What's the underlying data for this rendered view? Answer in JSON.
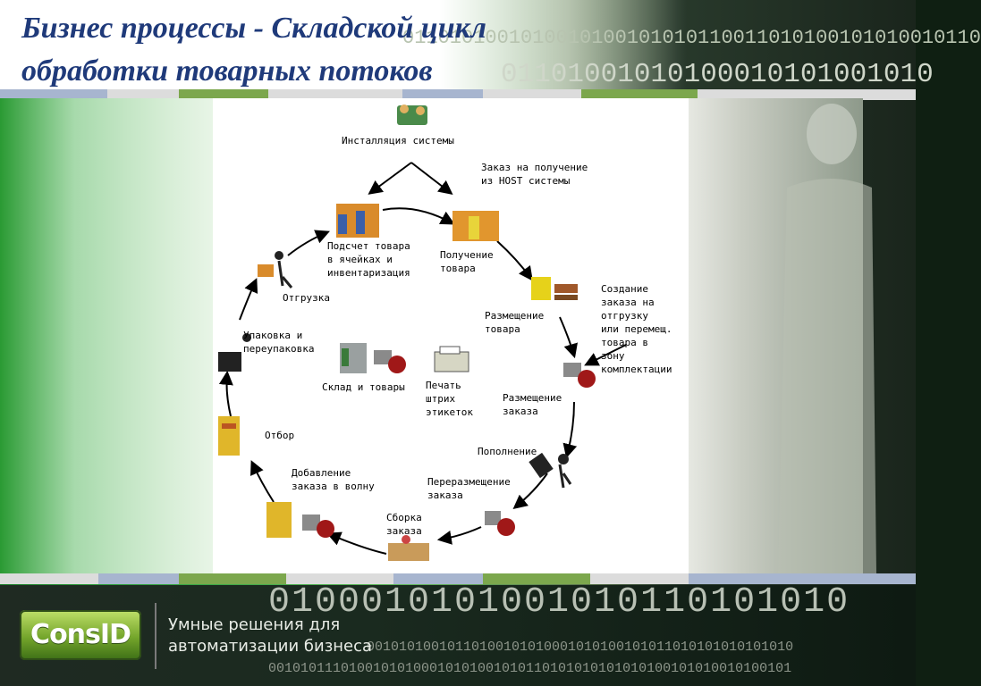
{
  "slide": {
    "title_line1": "Бизнес процессы - Складской цикл",
    "title_line2": "обработки товарных потоков",
    "binary_top1": "0110101001010010100101010110011010100101010010110",
    "binary_top2": "01101001010100010101001010",
    "binary_bottom1": "0100010101001010110101010",
    "binary_bottom2": "00101010010110100101010001010100101011010101010101010",
    "binary_bottom3": "00101011101001010100010101001010110101010101010100101010010100101"
  },
  "diagram": {
    "labels": {
      "install": "Инсталляция системы",
      "order_receive": "Заказ на получение\nиз HOST системы",
      "count": "Подсчет товара\nв ячейках и\nинвентаризация",
      "receive": "Получение\nтовара",
      "create_order": "Создание\nзаказа на\nотгрузку\nили перемещ.\nтовара в\nзону\nкомплектации",
      "putaway1": "Размещение\nтовара",
      "putaway2": "Размещение\nзаказа",
      "shipping": "Отгрузка",
      "packing": "Упаковка и\nпереупаковка",
      "warehouse": "Склад и товары",
      "labels_print": "Печать\nштрих\nэтикеток",
      "replenish": "Пополнение",
      "picking": "Отбор",
      "wave": "Добавление\nзаказа в волну",
      "relocate": "Переразмещение\nзаказа",
      "assembly": "Сборка\nзаказа"
    }
  },
  "footer": {
    "logo_text": "ConsID",
    "slogan_line1": "Умные решения для",
    "slogan_line2": "автоматизации бизнеса"
  },
  "colors": {
    "title": "#1f3a7a",
    "strip": [
      "#9aa9c8",
      "#d9d9d9",
      "#7aa84a",
      "#d9d9d9",
      "#9aa9c8",
      "#d9d9d9",
      "#7aa84a",
      "#d9d9d9",
      "#9aa9c8",
      "#d9d9d9"
    ]
  }
}
